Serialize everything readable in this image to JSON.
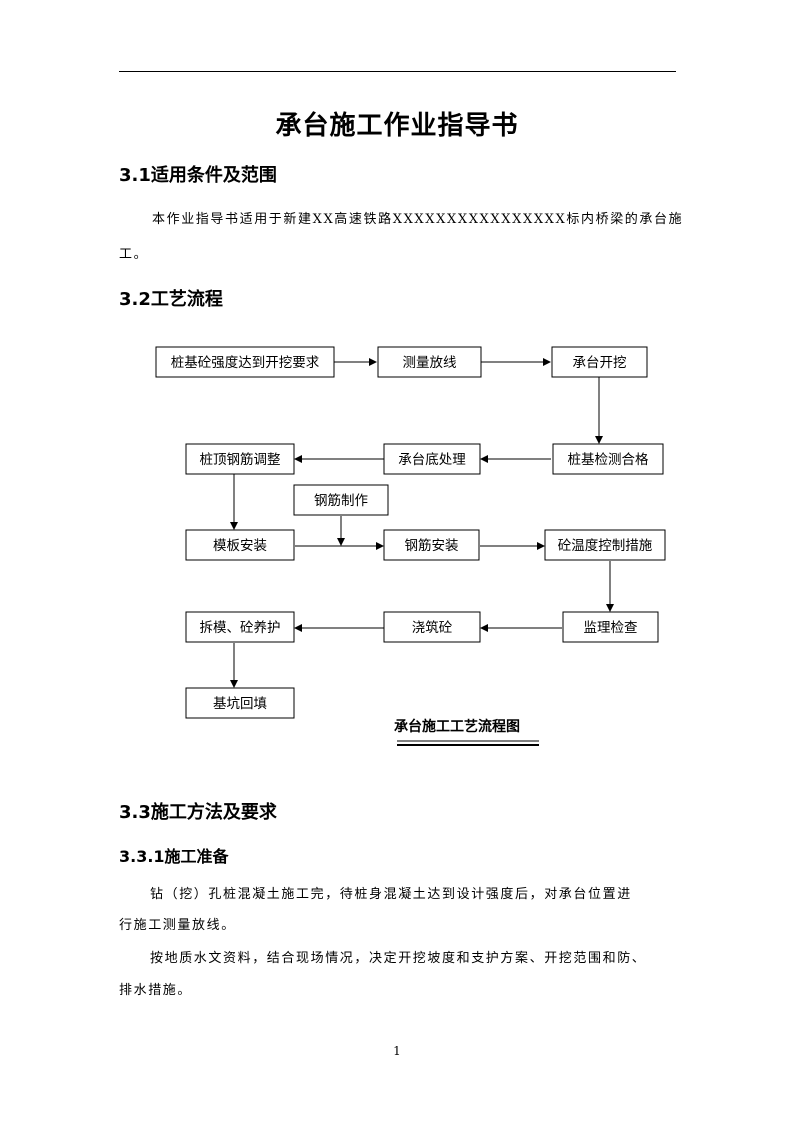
{
  "doc": {
    "title": "承台施工作业指导书",
    "s31_heading": "3.1适用条件及范围",
    "s31_line1": "本作业指导书适用于新建XX高速铁路XXXXXXXXXXXXXXXX标内桥梁的承台施",
    "s31_line2": "工。",
    "s32_heading": "3.2工艺流程",
    "flow_caption": "承台施工工艺流程图",
    "s33_heading": "3.3施工方法及要求",
    "s331_heading": "3.3.1施工准备",
    "p1_line1": "钻（挖）孔桩混凝土施工完，待桩身混凝土达到设计强度后，对承台位置进",
    "p1_line2": "行施工测量放线。",
    "p2_line1": "按地质水文资料，结合现场情况，决定开挖坡度和支护方案、开挖范围和防、",
    "p2_line2": "排水措施。",
    "page_number": "1"
  },
  "flow": {
    "pile_strength": "桩基砼强度达到开挖要求",
    "survey": "测量放线",
    "excavation": "承台开挖",
    "pile_test": "桩基检测合格",
    "bottom_treatment": "承台底处理",
    "pile_top_rebar": "桩顶钢筋调整",
    "rebar_fabrication": "钢筋制作",
    "formwork": "模板安装",
    "rebar_install": "钢筋安装",
    "temp_control": "砼温度控制措施",
    "inspection": "监理检查",
    "pouring": "浇筑砼",
    "demold_cure": "拆模、砼养护",
    "backfill": "基坑回填"
  }
}
